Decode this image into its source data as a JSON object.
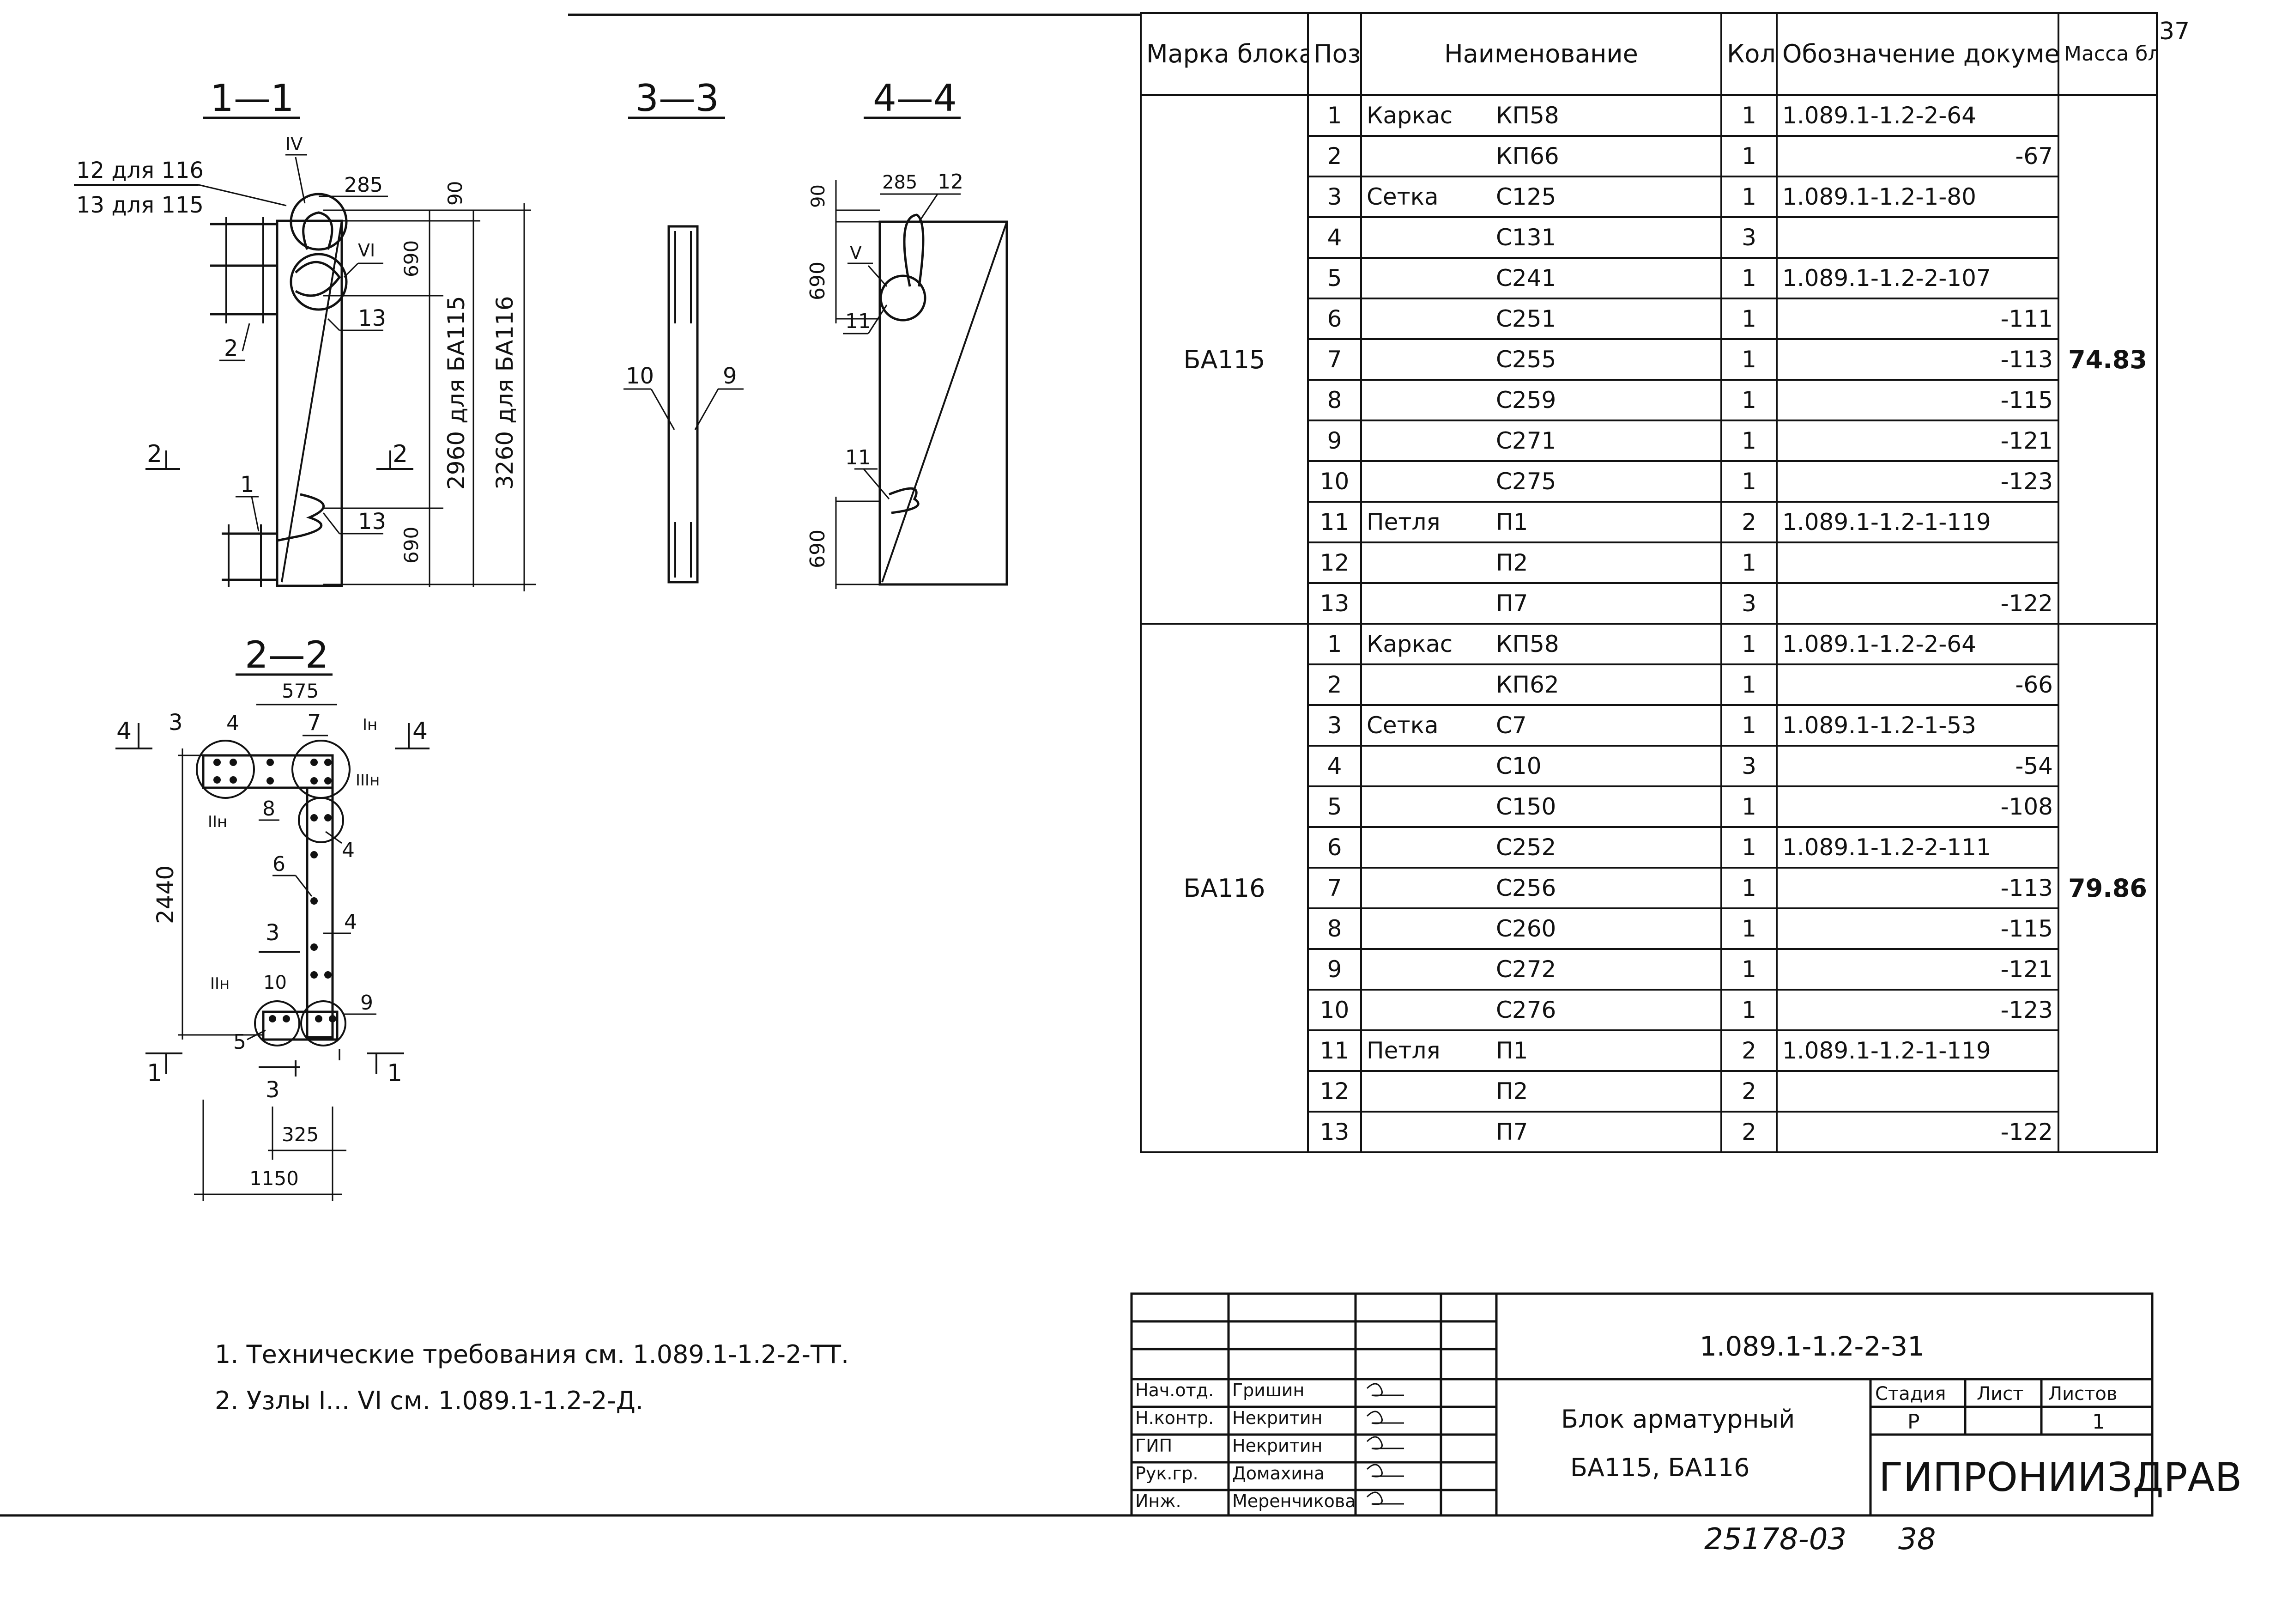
{
  "sheet_number": "37",
  "spec_table": {
    "headers": {
      "mark": "Марка блока",
      "pos": "Поз.",
      "name": "Наименование",
      "qty": "Кол.",
      "doc": "Обозначение документа",
      "mass": "Масса блока, кг"
    },
    "blocks": [
      {
        "mark": "БА115",
        "mass": "74.83",
        "rows": [
          {
            "pos": "1",
            "type": "Каркас",
            "code": "КП58",
            "qty": "1",
            "doc": "1.089.1-1.2-2-64"
          },
          {
            "pos": "2",
            "type": "",
            "code": "КП66",
            "qty": "1",
            "doc": "-67"
          },
          {
            "pos": "3",
            "type": "Сетка",
            "code": "С125",
            "qty": "1",
            "doc": "1.089.1-1.2-1-80"
          },
          {
            "pos": "4",
            "type": "",
            "code": "С131",
            "qty": "3",
            "doc": ""
          },
          {
            "pos": "5",
            "type": "",
            "code": "С241",
            "qty": "1",
            "doc": "1.089.1-1.2-2-107"
          },
          {
            "pos": "6",
            "type": "",
            "code": "С251",
            "qty": "1",
            "doc": "-111"
          },
          {
            "pos": "7",
            "type": "",
            "code": "С255",
            "qty": "1",
            "doc": "-113"
          },
          {
            "pos": "8",
            "type": "",
            "code": "С259",
            "qty": "1",
            "doc": "-115"
          },
          {
            "pos": "9",
            "type": "",
            "code": "С271",
            "qty": "1",
            "doc": "-121"
          },
          {
            "pos": "10",
            "type": "",
            "code": "С275",
            "qty": "1",
            "doc": "-123"
          },
          {
            "pos": "11",
            "type": "Петля",
            "code": "П1",
            "qty": "2",
            "doc": "1.089.1-1.2-1-119"
          },
          {
            "pos": "12",
            "type": "",
            "code": "П2",
            "qty": "1",
            "doc": ""
          },
          {
            "pos": "13",
            "type": "",
            "code": "П7",
            "qty": "3",
            "doc": "-122"
          }
        ]
      },
      {
        "mark": "БА116",
        "mass": "79.86",
        "rows": [
          {
            "pos": "1",
            "type": "Каркас",
            "code": "КП58",
            "qty": "1",
            "doc": "1.089.1-1.2-2-64"
          },
          {
            "pos": "2",
            "type": "",
            "code": "КП62",
            "qty": "1",
            "doc": "-66"
          },
          {
            "pos": "3",
            "type": "Сетка",
            "code": "С7",
            "qty": "1",
            "doc": "1.089.1-1.2-1-53"
          },
          {
            "pos": "4",
            "type": "",
            "code": "С10",
            "qty": "3",
            "doc": "-54"
          },
          {
            "pos": "5",
            "type": "",
            "code": "С150",
            "qty": "1",
            "doc": "-108"
          },
          {
            "pos": "6",
            "type": "",
            "code": "С252",
            "qty": "1",
            "doc": "1.089.1-1.2-2-111"
          },
          {
            "pos": "7",
            "type": "",
            "code": "С256",
            "qty": "1",
            "doc": "-113"
          },
          {
            "pos": "8",
            "type": "",
            "code": "С260",
            "qty": "1",
            "doc": "-115"
          },
          {
            "pos": "9",
            "type": "",
            "code": "С272",
            "qty": "1",
            "doc": "-121"
          },
          {
            "pos": "10",
            "type": "",
            "code": "С276",
            "qty": "1",
            "doc": "-123"
          },
          {
            "pos": "11",
            "type": "Петля",
            "code": "П1",
            "qty": "2",
            "doc": "1.089.1-1.2-1-119"
          },
          {
            "pos": "12",
            "type": "",
            "code": "П2",
            "qty": "2",
            "doc": ""
          },
          {
            "pos": "13",
            "type": "",
            "code": "П7",
            "qty": "2",
            "doc": "-122"
          }
        ]
      }
    ]
  },
  "drawings": {
    "section_1": {
      "title": "1—1",
      "note_12": "12 для 116",
      "note_13": "13 для 115",
      "node_iv": "IV",
      "node_vi": "VI",
      "dim_285": "285",
      "dim_90": "90",
      "dim_690_top": "690",
      "dim_690_bottom": "690",
      "dim_2960": "2960 для БА115",
      "dim_3260": "3260 для БА116",
      "pos_2": "2",
      "pos_13a": "13",
      "pos_13b": "13",
      "pos_1": "1",
      "cut_2_left": "2",
      "cut_2_right": "2"
    },
    "section_3": {
      "title": "3—3",
      "pos_10": "10",
      "pos_9": "9"
    },
    "section_4": {
      "title": "4—4",
      "dim_90": "90",
      "dim_285": "285",
      "pos_12": "12",
      "node_v": "V",
      "dim_690_top": "690",
      "pos_11a": "11",
      "pos_11b": "11",
      "dim_690_bottom": "690"
    },
    "section_2": {
      "title": "2—2",
      "dim_575": "575",
      "dim_2440": "2440",
      "dim_325": "325",
      "dim_1150": "1150",
      "cut_4_left": "4",
      "cut_4_right": "4",
      "cut_1_left": "1",
      "cut_1_right": "1",
      "cut_3_top": "3",
      "cut_3_bottom": "3",
      "pos_3": "3",
      "pos_4a": "4",
      "pos_7": "7",
      "pos_8": "8",
      "pos_4b": "4",
      "pos_6": "6",
      "pos_4c": "4",
      "pos_10": "10",
      "pos_9": "9",
      "pos_5": "5",
      "node_i": "I",
      "node_in": "Iн",
      "node_iin_a": "IIн",
      "node_iin_b": "IIн",
      "node_iiin": "IIIн"
    }
  },
  "notes": [
    "1. Технические требования см. 1.089.1-1.2-2-ТТ.",
    "2. Узлы I... VI см. 1.089.1-1.2-2-Д."
  ],
  "title_block": {
    "designation": "1.089.1-1.2-2-31",
    "title_line1": "Блок арматурный",
    "title_line2": "БА115, БА116",
    "stage_label": "Стадия",
    "sheet_label": "Лист",
    "sheets_label": "Листов",
    "stage": "Р",
    "sheet": "",
    "sheets": "1",
    "organization": "ГИПРОНИИЗДРАВ",
    "signatures": [
      {
        "role": "Нач.отд.",
        "name": "Гришин"
      },
      {
        "role": "Н.контр.",
        "name": "Некритин"
      },
      {
        "role": "ГИП",
        "name": "Некритин"
      },
      {
        "role": "Рук.гр.",
        "name": "Домахина"
      },
      {
        "role": "Инж.",
        "name": "Меренчикова"
      }
    ]
  },
  "archive_code": "25178-03",
  "archive_page": "38"
}
